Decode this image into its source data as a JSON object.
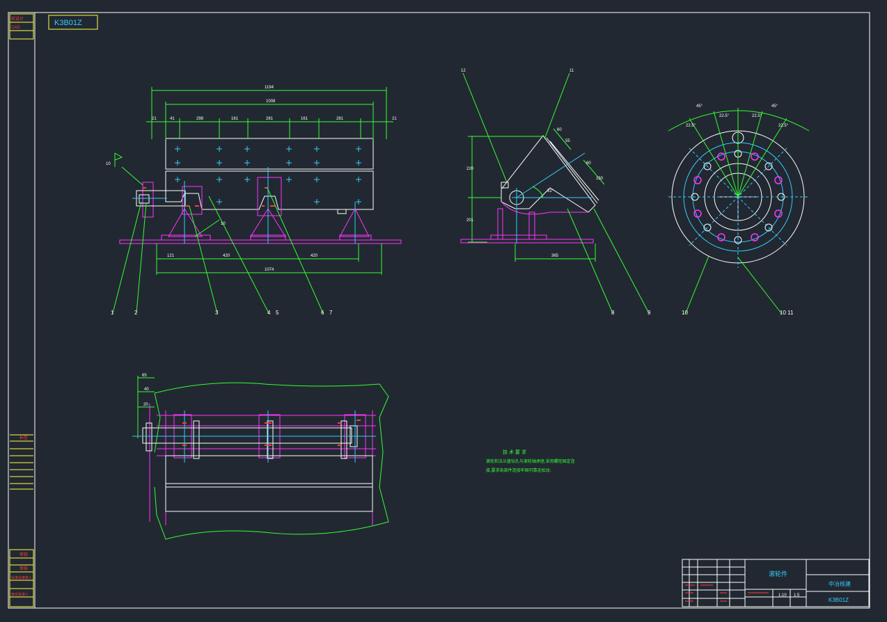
{
  "title_flip": "K3B01Z",
  "left_strip_top": [
    "前设计",
    "CAD"
  ],
  "left_strip_mid": [
    "标签"
  ],
  "left_strip_bottom": [
    "审核",
    "审核",
    "标准化审核人",
    "审定批准人"
  ],
  "dims_front": {
    "overall": "1194",
    "inner": "1008",
    "d_21_left": "21",
    "d_41": "41",
    "d_298": "298",
    "d_161": "161",
    "d_281": "281",
    "d_161b": "161",
    "d_281b": "281",
    "d_21_right": "21",
    "bottom_121": "121",
    "bottom_420a": "420",
    "bottom_420b": "420",
    "bottom_total": "1074",
    "label_10": "10",
    "label_10b": "10"
  },
  "part_numbers_front": [
    "1",
    "2",
    "3",
    "4",
    "5",
    "6",
    "7"
  ],
  "side_view": {
    "label_12": "12",
    "label_11": "11",
    "d_220": "220",
    "d_201": "201",
    "d_365": "365",
    "angle": "31°",
    "d_60": "60",
    "d_55": "55",
    "d_60b": "60",
    "d_150": "150",
    "label_8": "8",
    "label_9": "9"
  },
  "flange_view": {
    "a45_left": "45°",
    "a225_left": "22.5°",
    "a225_mid1": "22.5°",
    "a225_mid2": "22.5°",
    "a225_right": "22.5°",
    "a45_right": "45°",
    "label_10": "10",
    "label_1011": "10 11"
  },
  "bottom_view": {
    "d_65": "65",
    "d_40": "40",
    "d_20": "20"
  },
  "tech_notes": {
    "heading": "技 术 要 求",
    "line1": "滚轮和法兰盘钻孔与滚轮轴承座,采用螺栓固定连",
    "line2": "接,要求各部件连接牢固可靠无松动."
  },
  "title_block": {
    "name": "滚轮件",
    "company": "中冶核建",
    "code": "K3B01Z",
    "scale": "1:10",
    "sheet": "1:5"
  },
  "colors": {
    "background": "#222831",
    "frame": "#ffffff",
    "outline": "#ffffff",
    "dimension": "#33ff33",
    "center": "#33ccff",
    "hidden": "#ff33ff",
    "accent": "#ff3b3b",
    "yellow": "#ffff44"
  }
}
